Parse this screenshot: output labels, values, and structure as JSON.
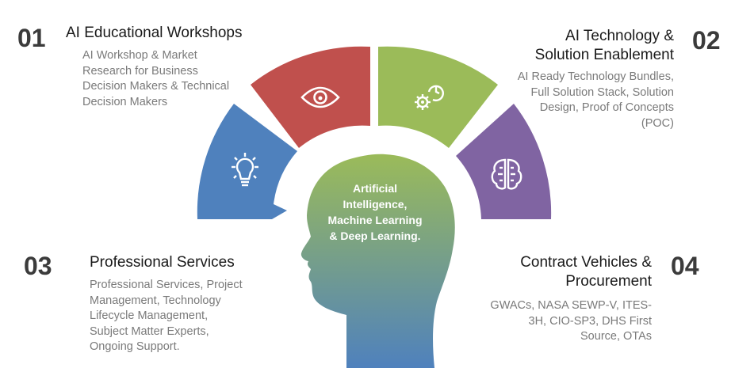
{
  "center": {
    "line1": "Artificial",
    "line2": "Intelligence,",
    "line3": "Machine Learning",
    "line4": "& Deep Learning."
  },
  "items": [
    {
      "number": "01",
      "title": [
        "AI Educational Workshops"
      ],
      "desc": [
        "AI  Workshop & Market",
        "Research for Business",
        "Decision Makers & Technical",
        "Decision Makers"
      ],
      "color": "#c0504d",
      "icon": "eye-icon"
    },
    {
      "number": "02",
      "title": [
        "AI Technology &",
        "Solution Enablement"
      ],
      "desc": [
        "AI Ready Technology Bundles,",
        "Full Solution Stack, Solution",
        "Design,  Proof of Concepts",
        "(POC)"
      ],
      "color": "#9bbb59",
      "icon": "gear-clock-icon"
    },
    {
      "number": "03",
      "title": [
        "Professional  Services"
      ],
      "desc": [
        "Professional Services, Project",
        "Management, Technology",
        "Lifecycle Management,",
        "Subject Matter Experts,",
        "Ongoing Support."
      ],
      "color": "#4f81bd",
      "icon": "lightbulb-icon"
    },
    {
      "number": "04",
      "title": [
        "Contract Vehicles &",
        "Procurement"
      ],
      "desc": [
        "GWACs, NASA SEWP-V, ITES-",
        "3H, CIO-SP3, DHS First",
        "Source, OTAs"
      ],
      "color": "#8064a2",
      "icon": "brain-icon"
    }
  ],
  "head_gradient": {
    "top": "#9bbb59",
    "bottom": "#4f81bd"
  }
}
